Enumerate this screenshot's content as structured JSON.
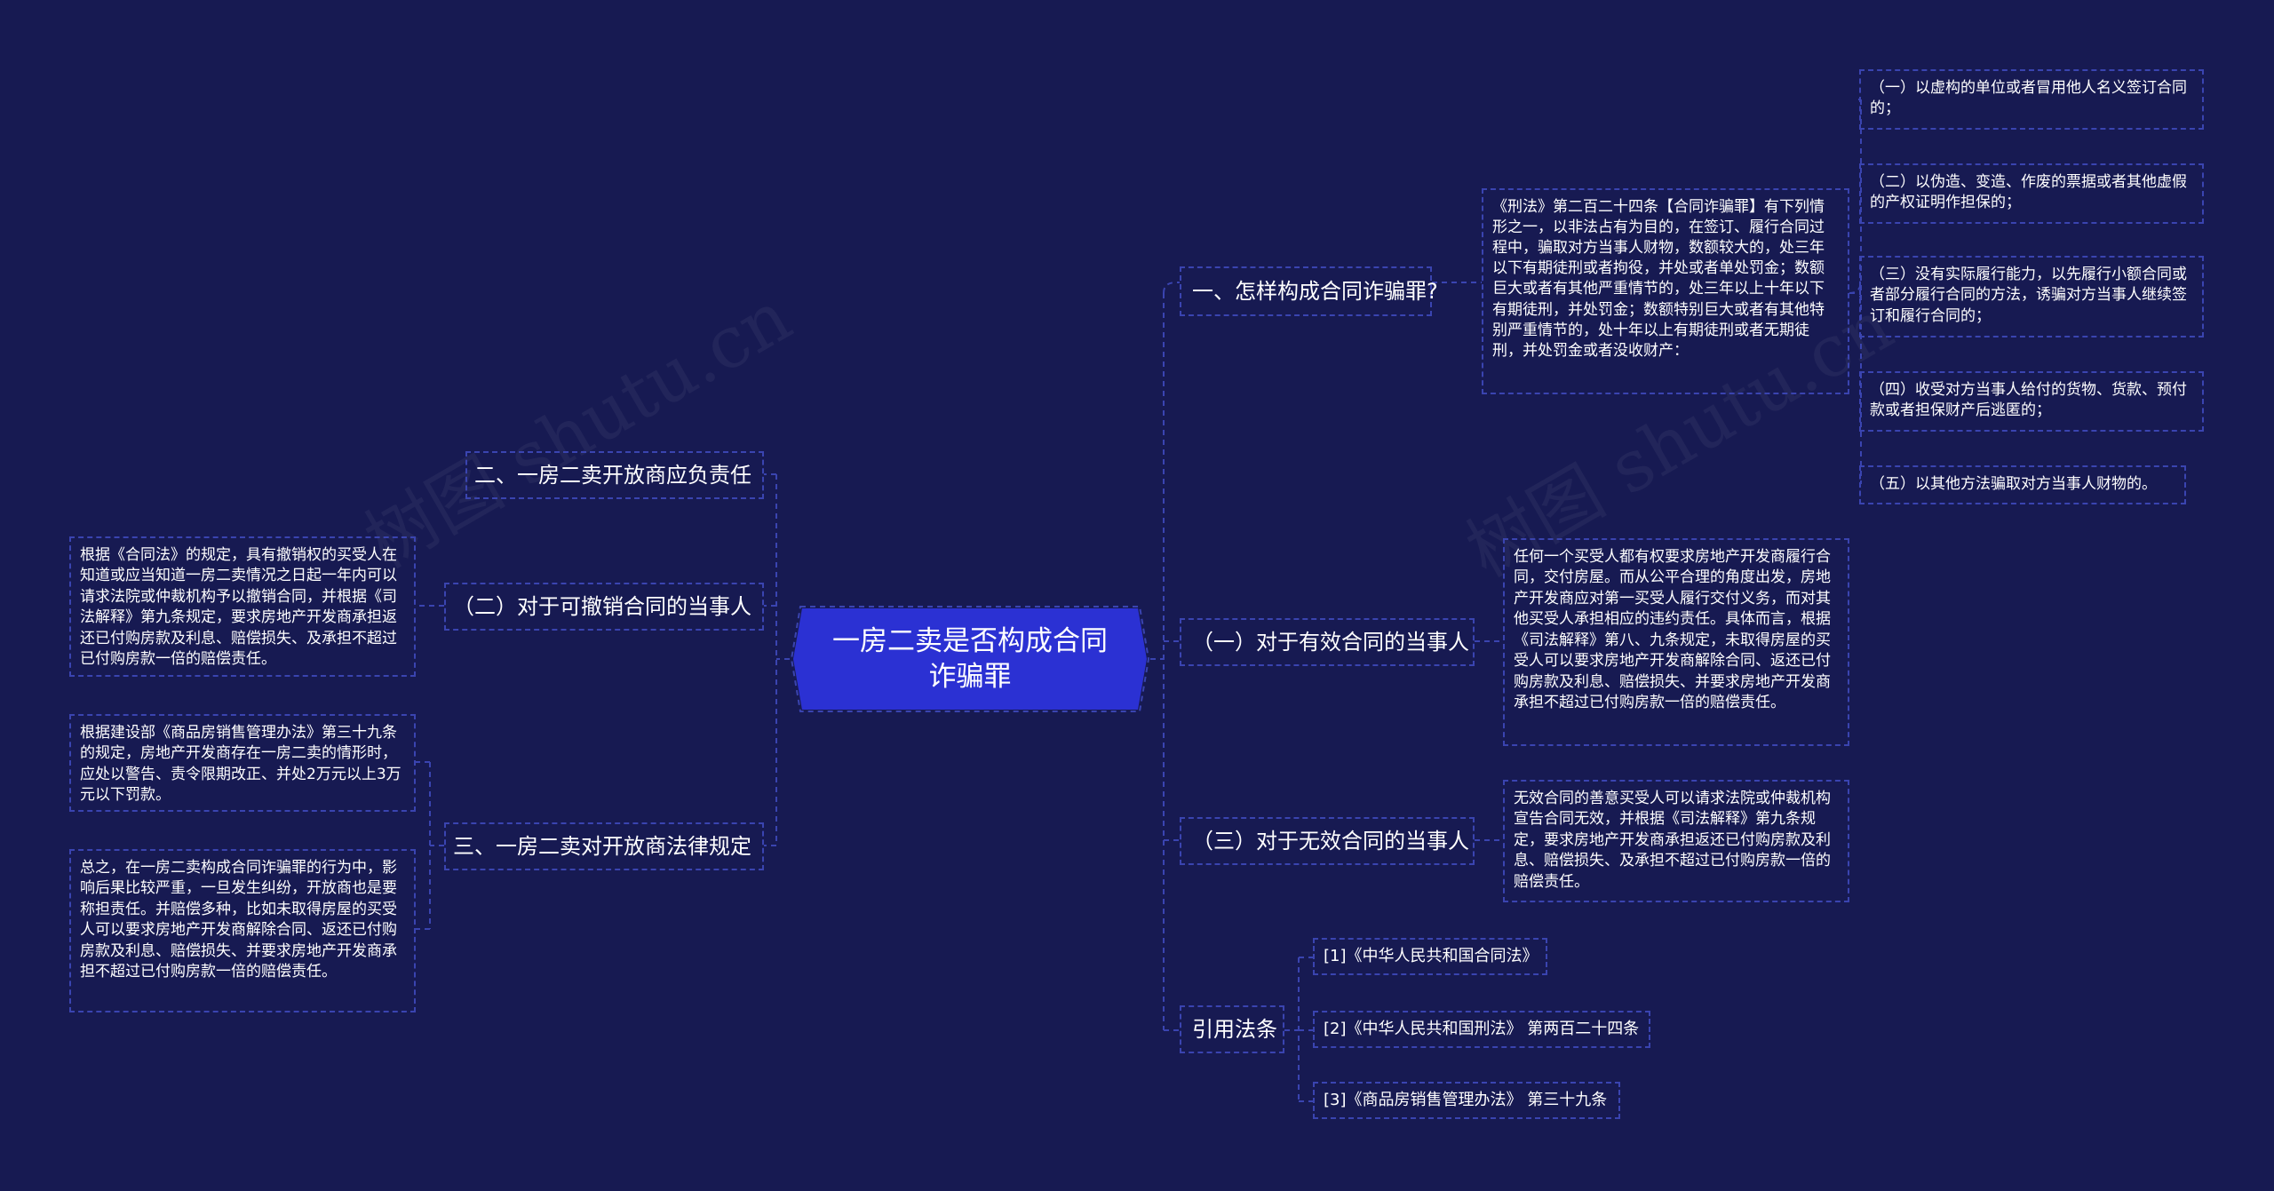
{
  "center": {
    "title": "一房二卖是否构成合同诈骗罪"
  },
  "right": {
    "b1": {
      "label": "一、怎样构成合同诈骗罪?",
      "text": "《刑法》第二百二十四条【合同诈骗罪】有下列情形之一，以非法占有为目的，在签订、履行合同过程中，骗取对方当事人财物，数额较大的，处三年以下有期徒刑或者拘役，并处或者单处罚金；数额巨大或者有其他严重情节的，处三年以上十年以下有期徒刑，并处罚金；数额特别巨大或者有其他特 别严重情节的，处十年以上有期徒刑或者无期徒刑，并处罚金或者没收财产：",
      "items": [
        "（一）以虚构的单位或者冒用他人名义签订合同的；",
        "（二）以伪造、变造、作废的票据或者其他虚假的产权证明作担保的；",
        "（三）没有实际履行能力，以先履行小额合同或者部分履行合同的方法，诱骗对方当事人继续签订和履行合同的；",
        "（四）收受对方当事人给付的货物、货款、预付款或者担保财产后逃匿的；",
        "（五）以其他方法骗取对方当事人财物的。"
      ]
    },
    "b2": {
      "label": "（一）对于有效合同的当事人",
      "text": "任何一个买受人都有权要求房地产开发商履行合同，交付房屋。而从公平合理的角度出发，房地产开发商应对第一买受人履行交付义务，而对其他买受人承担相应的违约责任。具体而言，根据《司法解释》第八、九条规定，未取得房屋的买受人可以要求房地产开发商解除合同、返还已付购房款及利息、赔偿损失、并要求房地产开发商承担不超过已付购房款一倍的赔偿责任。"
    },
    "b3": {
      "label": "（三）对于无效合同的当事人",
      "text": "无效合同的善意买受人可以请求法院或仲裁机构宣告合同无效，并根据《司法解释》第九条规定，要求房地产开发商承担返还已付购房款及利息、赔偿损失、及承担不超过已付购房款一倍的赔偿责任。"
    },
    "b4": {
      "label": "引用法条",
      "items": [
        "[1]《中华人民共和国合同法》",
        "[2]《中华人民共和国刑法》 第两百二十四条",
        "[3]《商品房销售管理办法》 第三十九条"
      ]
    }
  },
  "left": {
    "b1": {
      "label": "二、一房二卖开放商应负责任"
    },
    "b2": {
      "label": "（二）对于可撤销合同的当事人",
      "text": "根据《合同法》的规定，具有撤销权的买受人在知道或应当知道一房二卖情况之日起一年内可以请求法院或仲裁机构予以撤销合同，并根据《司法解释》第九条规定，要求房地产开发商承担返还已付购房款及利息、赔偿损失、及承担不超过已付购房款一倍的赔偿责任。"
    },
    "b3": {
      "label": "三、一房二卖对开放商法律规定",
      "items": [
        "根据建设部《商品房销售管理办法》第三十九条的规定，房地产开发商存在一房二卖的情形时，应处以警告、责令限期改正、并处2万元以上3万元以下罚款。",
        "总之，在一房二卖构成合同诈骗罪的行为中，影响后果比较严重，一旦发生纠纷，开放商也是要称担责任。并赔偿多种，比如未取得房屋的买受人可以要求房地产开发商解除合同、返还已付购房款及利息、赔偿损失、并要求房地产开发商承担不超过已付购房款一倍的赔偿责任。"
      ]
    }
  },
  "colors": {
    "background": "#171a52",
    "center_fill": "#2b31d3",
    "dashed_border": "#3a44b0",
    "connector": "#3a44b0"
  }
}
